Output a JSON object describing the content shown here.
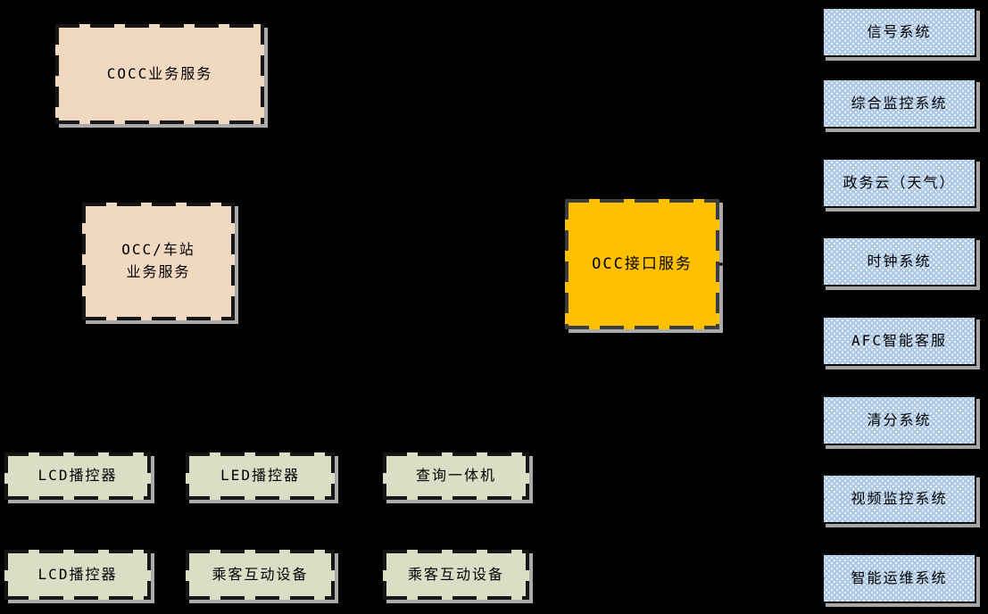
{
  "diagram": {
    "background_color": "#000000",
    "colors": {
      "service_box_fill": "#F1D9C1",
      "interface_box_fill": "#FFC000",
      "external_system_fill": "#A9C6E3",
      "device_box_fill": "#D9DFC4",
      "border": "#161616",
      "shadow": "#A6A6A6",
      "text": "#000000"
    },
    "nodes": {
      "cocc_service": {
        "label": "COCC业务服务"
      },
      "occ_station_service": {
        "label": "OCC/车站\n业务服务"
      },
      "occ_interface_service": {
        "label": "OCC接口服务"
      }
    },
    "external_systems": [
      {
        "label": "信号系统"
      },
      {
        "label": "综合监控系统"
      },
      {
        "label": "政务云（天气）"
      },
      {
        "label": "时钟系统"
      },
      {
        "label": "AFC智能客服"
      },
      {
        "label": "清分系统"
      },
      {
        "label": "视频监控系统"
      },
      {
        "label": "智能运维系统"
      }
    ],
    "terminal_devices": [
      {
        "label": "LCD播控器"
      },
      {
        "label": "LED播控器"
      },
      {
        "label": "查询一体机"
      },
      {
        "label": "LCD播控器"
      },
      {
        "label": "乘客互动设备"
      },
      {
        "label": "乘客互动设备"
      }
    ]
  }
}
